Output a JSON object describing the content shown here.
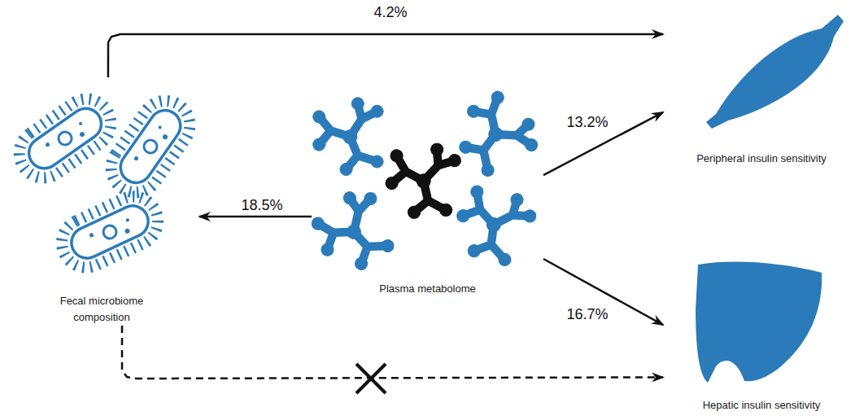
{
  "diagram": {
    "nodes": [
      {
        "text": [
          "Fecal microbiome composition"
        ]
      },
      {
        "text": [
          "Plasma metabolome"
        ]
      },
      {
        "text": [
          "Peripheral insulin sensitivity"
        ]
      },
      {
        "text": [
          "Hepatic insulin sensitivity"
        ]
      }
    ],
    "edges": [
      {
        "from": 0,
        "to": 2,
        "label": "4.2%",
        "arrow": "to"
      },
      {
        "from": 1,
        "to": 0,
        "label": "18.5%",
        "arrow": "to"
      },
      {
        "from": 1,
        "to": 2,
        "label": "13.2%",
        "arrow": "to"
      },
      {
        "from": 1,
        "to": 3,
        "label": "16.7%",
        "arrow": "to"
      },
      {
        "from": 0,
        "to": 3,
        "arrow": "to"
      }
    ]
  }
}
